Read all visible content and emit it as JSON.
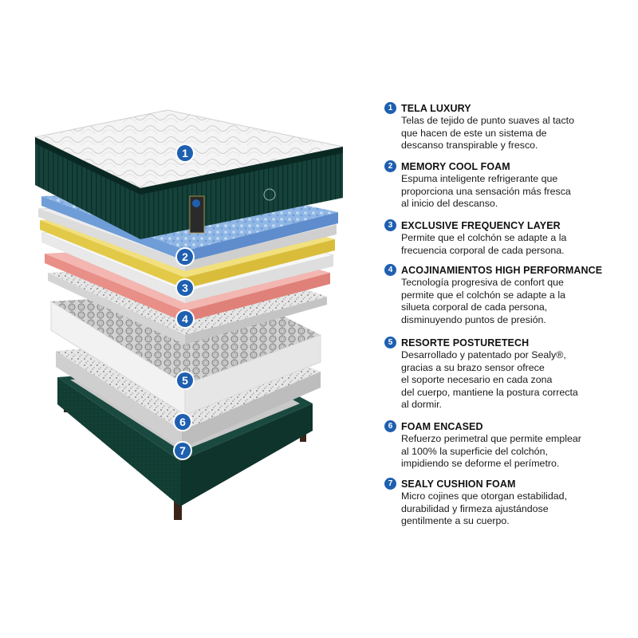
{
  "diagram": {
    "colors": {
      "accent": "#1e5fb0",
      "mattress_green": "#15423a",
      "memory_foam": "#8fb6e4",
      "frequency_layer": "#e8d35c",
      "comfort_layer": "#f0a39e",
      "spring_unit": "#9a9a9a",
      "base_green": "#123d33"
    },
    "markers": [
      {
        "number": "1"
      },
      {
        "number": "2"
      },
      {
        "number": "3"
      },
      {
        "number": "4"
      },
      {
        "number": "5"
      },
      {
        "number": "6"
      },
      {
        "number": "7"
      }
    ]
  },
  "legend": [
    {
      "number": "1",
      "title": "TELA LUXURY",
      "lines": [
        "Telas de tejido de punto suaves al tacto",
        "que hacen de este un sistema de",
        "descanso transpirable y fresco."
      ]
    },
    {
      "number": "2",
      "title": "MEMORY COOL FOAM",
      "lines": [
        "Espuma inteligente refrigerante que",
        "proporciona una sensación más fresca",
        "al inicio del descanso."
      ]
    },
    {
      "number": "3",
      "title": "EXCLUSIVE FREQUENCY LAYER",
      "lines": [
        "Permite que el colchón se adapte a la",
        "frecuencia corporal de cada persona."
      ]
    },
    {
      "number": "4",
      "title": "ACOJINAMIENTOS HIGH PERFORMANCE",
      "lines": [
        "Tecnología progresiva de confort que",
        "permite que el colchón se adapte a la",
        "silueta corporal de cada persona,",
        "disminuyendo puntos de presión."
      ]
    },
    {
      "number": "5",
      "title": "RESORTE POSTURETECH",
      "lines": [
        "Desarrollado y patentado por Sealy®,",
        "gracias a su brazo sensor ofrece",
        "el soporte necesario en cada zona",
        "del cuerpo, mantiene la postura correcta",
        "al dormir."
      ]
    },
    {
      "number": "6",
      "title": "FOAM ENCASED",
      "lines": [
        "Refuerzo perimetral que permite emplear",
        "al 100% la superficie del colchón,",
        "impidiendo se deforme el perímetro."
      ]
    },
    {
      "number": "7",
      "title": "SEALY CUSHION FOAM",
      "lines": [
        "Micro cojines que otorgan estabilidad,",
        "durabilidad y firmeza ajustándose",
        "gentilmente a su cuerpo."
      ]
    }
  ]
}
